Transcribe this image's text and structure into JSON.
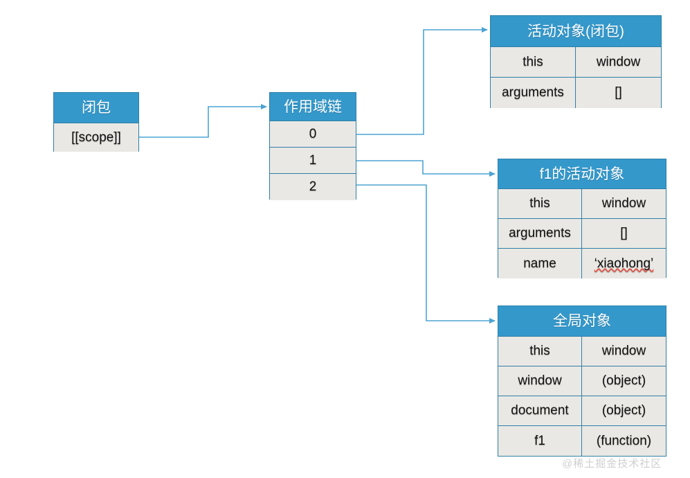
{
  "diagram": {
    "title_watermark": "@稀土掘金技术社区",
    "colors": {
      "header_blue": "#3498cb",
      "border_blue": "#2d7fa8",
      "cell_gray": "#eae8e4",
      "connector_blue": "#4ba3d3",
      "misspell_red": "#e0574a"
    },
    "closure_box": {
      "header": "闭包",
      "rows": [
        {
          "label": "[[scope]]"
        }
      ]
    },
    "scope_chain_box": {
      "header": "作用域链",
      "rows": [
        {
          "label": "0"
        },
        {
          "label": "1"
        },
        {
          "label": "2"
        }
      ]
    },
    "tables": [
      {
        "header": "活动对象(闭包)",
        "rows": [
          {
            "key": "this",
            "value": "window"
          },
          {
            "key": "arguments",
            "value": "[]"
          }
        ]
      },
      {
        "header": "f1的活动对象",
        "rows": [
          {
            "key": "this",
            "value": "window"
          },
          {
            "key": "arguments",
            "value": "[]"
          },
          {
            "key": "name",
            "value": "‘xiaohong’"
          }
        ]
      },
      {
        "header": "全局对象",
        "rows": [
          {
            "key": "this",
            "value": "window"
          },
          {
            "key": "window",
            "value": "(object)"
          },
          {
            "key": "document",
            "value": "(object)"
          },
          {
            "key": "f1",
            "value": "(function)"
          }
        ]
      }
    ],
    "connectors": [
      {
        "from": "closure-scope-row",
        "to": "scope-chain-header"
      },
      {
        "from": "scope-chain-row-0",
        "to": "activation-object-closure-table"
      },
      {
        "from": "scope-chain-row-1",
        "to": "f1-activation-object-table"
      },
      {
        "from": "scope-chain-row-2",
        "to": "global-object-table"
      }
    ]
  }
}
